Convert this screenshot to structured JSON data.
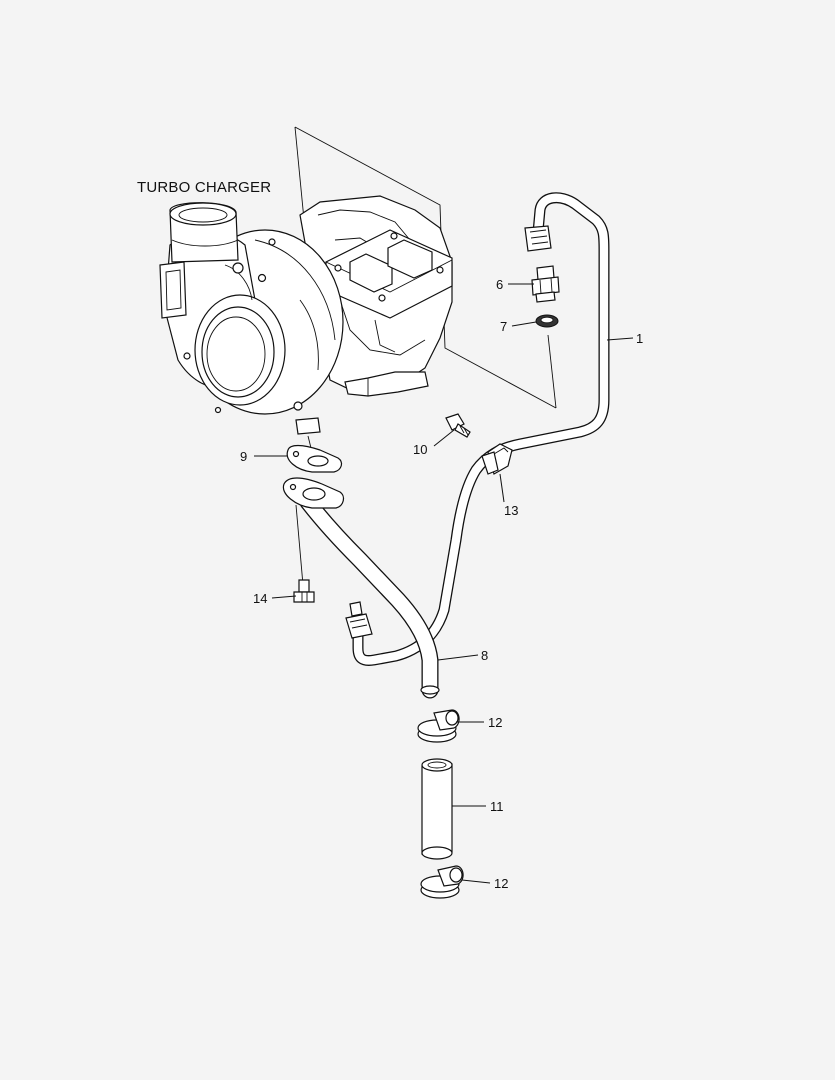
{
  "title": "TURBO CHARGER",
  "callouts": {
    "c1": "1",
    "c6": "6",
    "c7": "7",
    "c8": "8",
    "c9": "9",
    "c10": "10",
    "c11": "11",
    "c12a": "12",
    "c12b": "12",
    "c13": "13",
    "c14": "14"
  }
}
